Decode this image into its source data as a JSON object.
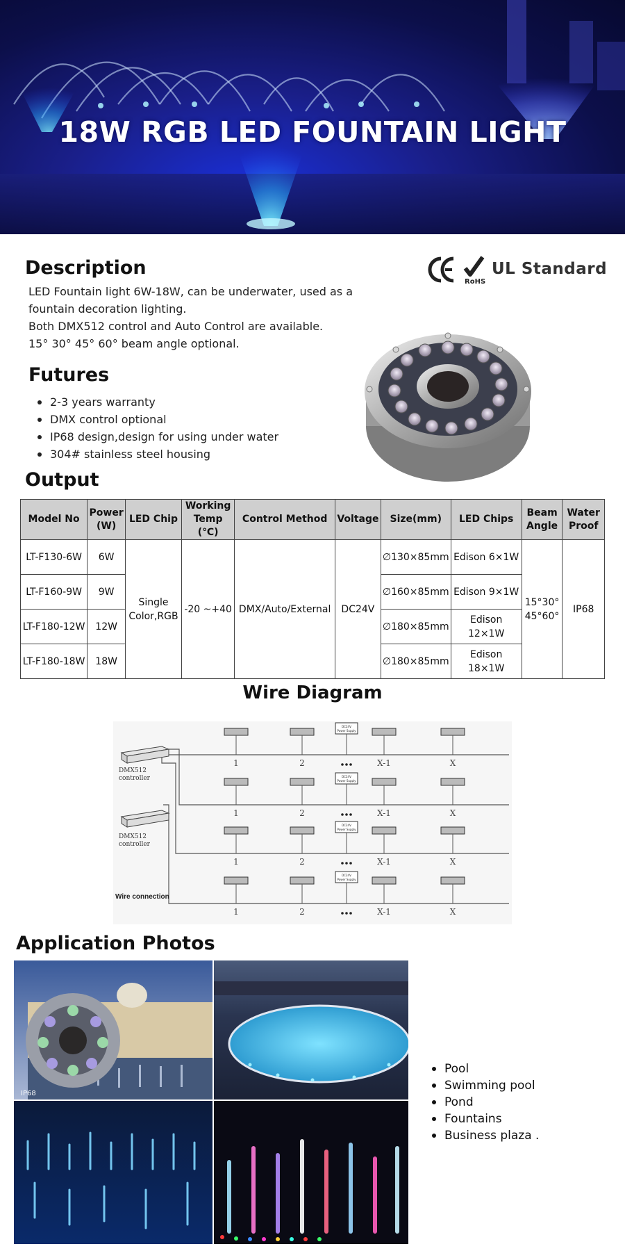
{
  "banner": {
    "title": "18W  RGB LED FOUNTAIN LIGHT"
  },
  "description": {
    "heading": "Description",
    "lines": [
      "LED Fountain light 6W-18W, can be underwater,  used as a",
      "fountain decoration lighting.",
      "Both DMX512 control and Auto Control are available.",
      "15° 30° 45° 60°  beam angle optional."
    ],
    "cert_marks": {
      "ce": "CE",
      "rohs": "RoHS",
      "ul": "UL Standard"
    }
  },
  "features": {
    "heading": "Futures",
    "items": [
      "2-3 years warranty",
      "DMX control optional",
      "IP68 design,design for using under water",
      "304# stainless steel housing"
    ]
  },
  "output": {
    "heading": "Output",
    "headers": [
      "Model No",
      "Power (W)",
      "LED Chip",
      "Working Temp (℃)",
      "Control Method",
      "Voltage",
      "Size(mm)",
      "LED Chips",
      "Beam Angle",
      "Water Proof"
    ],
    "rows": [
      {
        "model": "LT-F130-6W",
        "power": "6W",
        "size": "∅130×85mm",
        "chips": "Edison 6×1W"
      },
      {
        "model": "LT-F160-9W",
        "power": "9W",
        "size": "∅160×85mm",
        "chips": "Edison 9×1W"
      },
      {
        "model": "LT-F180-12W",
        "power": "12W",
        "size": "∅180×85mm",
        "chips": "Edison 12×1W"
      },
      {
        "model": "LT-F180-18W",
        "power": "18W",
        "size": "∅180×85mm",
        "chips": "Edison 18×1W"
      }
    ],
    "shared": {
      "led_chip": "Single Color,RGB",
      "working_temp": "-20 ~+40",
      "control": "DMX/Auto/External",
      "voltage": "DC24V",
      "beam_angle": "15°30° 45°60°",
      "waterproof": "IP68"
    }
  },
  "wire_diagram": {
    "heading": "Wire Diagram",
    "controller_label_1": "DMX512",
    "controller_label_2": "controller",
    "connection_label": "Wire connection",
    "power_label_1": "DC24V",
    "power_label_2": "Power Supply",
    "node_labels": [
      "1",
      "2",
      "X-1",
      "X"
    ]
  },
  "applications": {
    "heading": "Application Photos",
    "photo_badge": "IP68",
    "items": [
      "Pool",
      "Swimming pool",
      "Pond",
      "Fountains",
      "Business plaza ."
    ]
  }
}
